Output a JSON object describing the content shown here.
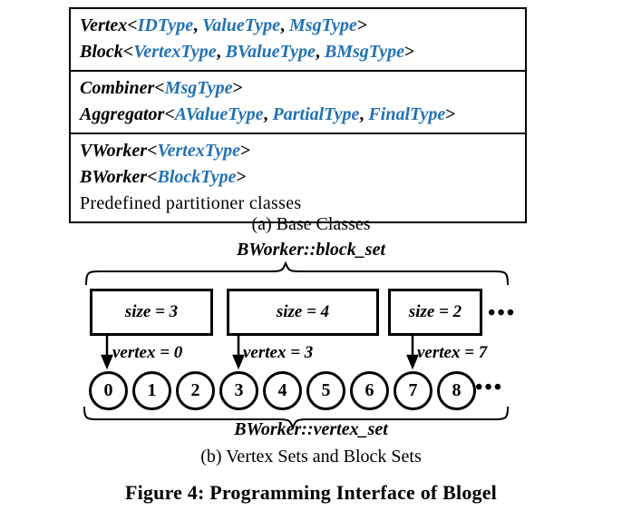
{
  "figure": {
    "caption": "Figure 4: Programming Interface of Blogel",
    "accent_blue": "#2171b5",
    "line_color": "#000000",
    "background": "#ffffff"
  },
  "panel_a": {
    "caption": "(a) Base Classes",
    "sections": [
      {
        "lines": [
          {
            "name": "Vertex",
            "open": "<",
            "params": [
              "IDType",
              "ValueType",
              "MsgType"
            ],
            "close": ">",
            "style": "bold-italic"
          },
          {
            "name": "Block",
            "open": "<",
            "params": [
              "VertexType",
              "BValueType",
              "BMsgType"
            ],
            "close": ">",
            "style": "bold-italic"
          }
        ]
      },
      {
        "lines": [
          {
            "name": "Combiner",
            "open": "<",
            "params": [
              "MsgType"
            ],
            "close": ">",
            "style": "bold-italic"
          },
          {
            "name": "Aggregator",
            "open": "<",
            "params": [
              "AValueType",
              "PartialType",
              "FinalType"
            ],
            "close": ">",
            "style": "bold-italic"
          }
        ]
      },
      {
        "lines": [
          {
            "name": "VWorker",
            "open": "<",
            "params": [
              "VertexType"
            ],
            "close": ">",
            "style": "bold-italic"
          },
          {
            "name": "BWorker",
            "open": "<",
            "params": [
              "BlockType"
            ],
            "close": ">",
            "style": "bold-italic"
          },
          {
            "name": "Predefined partitioner classes",
            "open": "",
            "params": [],
            "close": "",
            "style": "plain"
          }
        ]
      }
    ]
  },
  "panel_b": {
    "caption": "(b) Vertex Sets and Block Sets",
    "block_set_label": "BWorker::block_set",
    "vertex_set_label": "BWorker::vertex_set",
    "blocks": [
      {
        "label": "size = 3",
        "size": 3,
        "first_vertex": 0
      },
      {
        "label": "size = 4",
        "size": 4,
        "first_vertex": 3
      },
      {
        "label": "size = 2",
        "size": 2,
        "first_vertex": 7
      }
    ],
    "blocks_ellipsis": "•••",
    "vertex_pointers": [
      {
        "label": "vertex = 0",
        "value": 0
      },
      {
        "label": "vertex = 3",
        "value": 3
      },
      {
        "label": "vertex = 7",
        "value": 7
      }
    ],
    "vertices": [
      "0",
      "1",
      "2",
      "3",
      "4",
      "5",
      "6",
      "7",
      "8"
    ],
    "vertices_ellipsis": "•••"
  }
}
